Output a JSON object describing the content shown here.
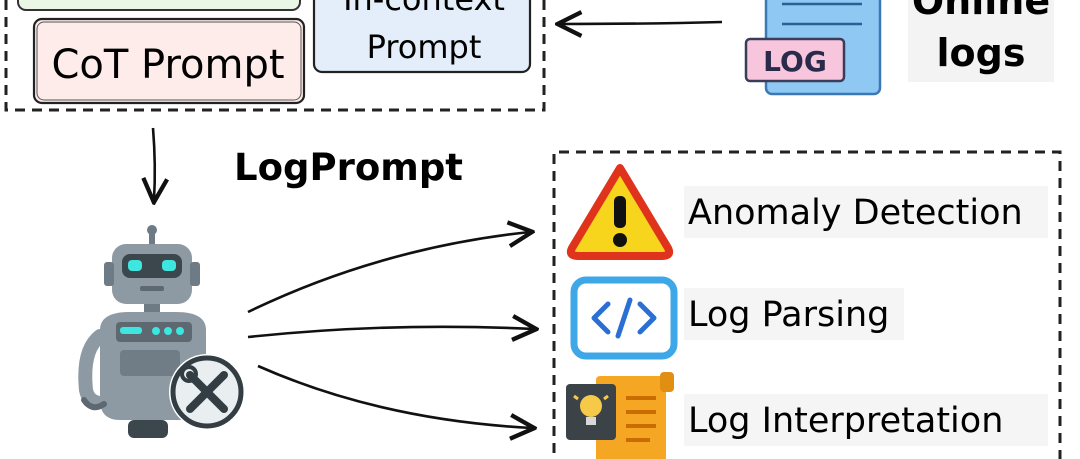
{
  "prompts": {
    "cot": "CoT Prompt",
    "incontext_line1": "In-context",
    "incontext_line2": "Prompt"
  },
  "online_logs": {
    "badge": "LOG",
    "line1": "Online",
    "line2": "logs"
  },
  "method_title": "LogPrompt",
  "tasks": [
    {
      "label": "Anomaly Detection",
      "icon": "warning-icon"
    },
    {
      "label": "Log Parsing",
      "icon": "code-icon"
    },
    {
      "label": "Log Interpretation",
      "icon": "lightbulb-scroll-icon"
    }
  ],
  "colors": {
    "cot_fill": "#fdecea",
    "incontext_fill": "#e3eefa",
    "doc_fill": "#8fc8f3",
    "log_badge_fill": "#f7c6dd",
    "warning_fill": "#f7d51d",
    "warning_border": "#e0331b",
    "code_border": "#3ea7e8",
    "robot_body": "#8e9aa3",
    "robot_eye": "#3ee6e0"
  }
}
